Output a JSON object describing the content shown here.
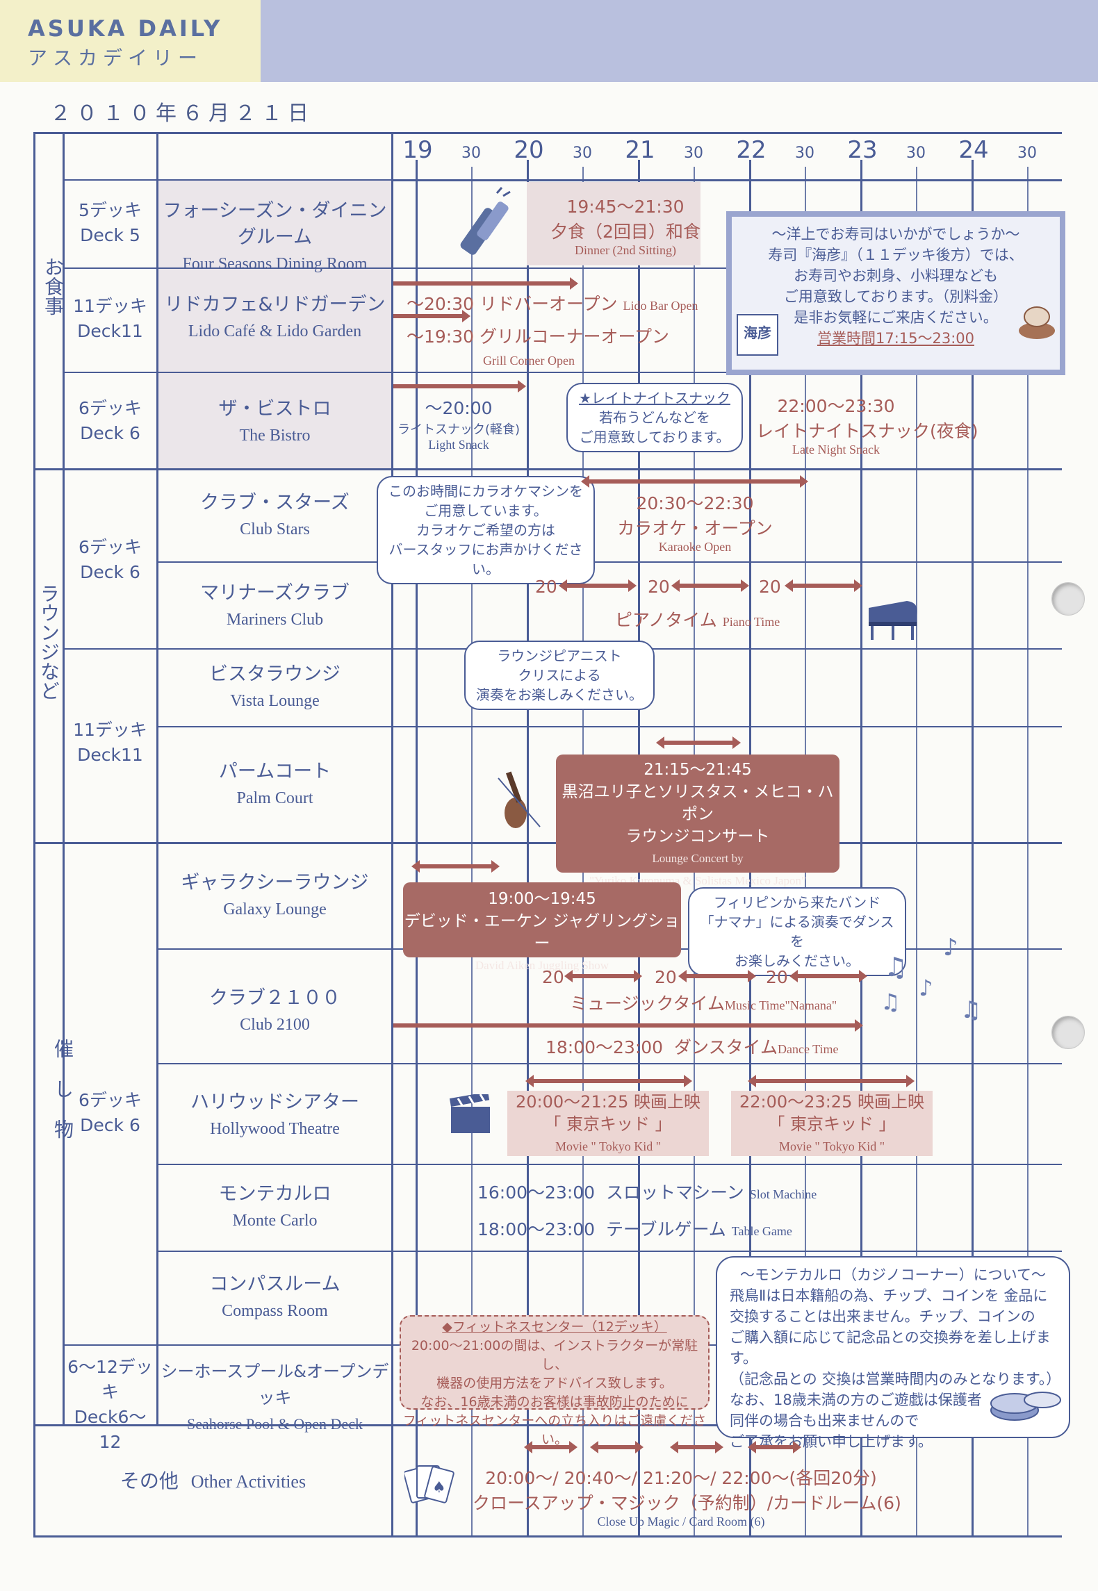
{
  "header": {
    "brand": "ASUKA DAILY",
    "brand_kana": "アスカデイリー",
    "date": "２０１０年６月２１日"
  },
  "timeline": {
    "hours": [
      "19",
      "20",
      "21",
      "22",
      "23",
      "24"
    ],
    "half_label": "30"
  },
  "categories": {
    "dining": "お食事",
    "lounge": "ラウンジなど",
    "events": "催し物"
  },
  "decks": {
    "d5": {
      "ja": "5デッキ",
      "en": "Deck 5"
    },
    "d11a": {
      "ja": "11デッキ",
      "en": "Deck11"
    },
    "d6a": {
      "ja": "6デッキ",
      "en": "Deck 6"
    },
    "d6b": {
      "ja": "6デッキ",
      "en": "Deck 6"
    },
    "d11b": {
      "ja": "11デッキ",
      "en": "Deck11"
    },
    "d6c": {
      "ja": "6デッキ",
      "en": "Deck 6"
    },
    "d612": {
      "ja": "6〜12デッキ",
      "en": "Deck6〜12"
    }
  },
  "venues": {
    "four_seasons": {
      "ja": "フォーシーズン・ダイニングルーム",
      "en": "Four Seasons Dining Room"
    },
    "lido": {
      "ja": "リドカフェ&リドガーデン",
      "en": "Lido Café & Lido Garden"
    },
    "bistro": {
      "ja": "ザ・ビストロ",
      "en": "The Bistro"
    },
    "club_stars": {
      "ja": "クラブ・スターズ",
      "en": "Club Stars"
    },
    "mariners": {
      "ja": "マリナーズクラブ",
      "en": "Mariners Club"
    },
    "vista": {
      "ja": "ビスタラウンジ",
      "en": "Vista Lounge"
    },
    "palm": {
      "ja": "パームコート",
      "en": "Palm Court"
    },
    "galaxy": {
      "ja": "ギャラクシーラウンジ",
      "en": "Galaxy Lounge"
    },
    "club2100": {
      "ja": "クラブ２１００",
      "en": "Club 2100"
    },
    "hollywood": {
      "ja": "ハリウッドシアター",
      "en": "Hollywood Theatre"
    },
    "monte": {
      "ja": "モンテカルロ",
      "en": "Monte Carlo"
    },
    "compass": {
      "ja": "コンパスルーム",
      "en": "Compass Room"
    },
    "seahorse": {
      "ja": "シーホースプール&オープンデッキ",
      "en": "Seahorse Pool & Open Deck"
    },
    "other": {
      "ja": "その他",
      "en": "Other Activities"
    }
  },
  "events": {
    "dinner": {
      "time": "19:45〜21:30",
      "ja": "夕食（2回目）和食",
      "en": "Dinner (2nd Sitting)"
    },
    "lido_bar": {
      "ja": "〜20:30 リドバーオープン",
      "en": "Lido Bar Open"
    },
    "grill": {
      "ja": "〜19:30 グリルコーナーオープン",
      "en": "Grill Corner Open"
    },
    "light_snack": {
      "time": "〜20:00",
      "ja": "ライトスナック(軽食)",
      "en": "Light Snack"
    },
    "late_note": {
      "l1": "★レイトナイトスナック",
      "l2": "若布うどんなどを",
      "l3": "ご用意致しております。"
    },
    "late_snack": {
      "time": "22:00〜23:30",
      "ja": "レイトナイトスナック(夜食)",
      "en": "Late Night Snack"
    },
    "karaoke_note": {
      "l1": "このお時間にカラオケマシンを",
      "l2": "ご用意しています。",
      "l3": "カラオケご希望の方は",
      "l4": "バースタッフにお声かけください。"
    },
    "karaoke": {
      "time": "20:30〜22:30",
      "ja": "カラオケ・オープン",
      "en": "Karaoke Open"
    },
    "piano": {
      "interval": "20",
      "ja": "ピアノタイム",
      "en": "Piano Time"
    },
    "pianist_note": {
      "l1": "ラウンジピアニスト",
      "l2": "クリスによる",
      "l3": "演奏をお楽しみください。"
    },
    "concert": {
      "time": "21:15〜21:45",
      "l1": "黒沼ユリ子とソリスタス・メヒコ・ハポン",
      "l2": "ラウンジコンサート",
      "en1": "Lounge Concert by",
      "en2": "\"Yuriko Kuronuma & Solistas Mexico Japon\""
    },
    "juggling": {
      "time": "19:00〜19:45",
      "ja": "デビッド・エーケン ジャグリングショー",
      "en": "David Aiken Juggling Show"
    },
    "band_note": {
      "l1": "フィリピンから来たバンド",
      "l2": "「ナマナ」による演奏でダンスを",
      "l3": "お楽しみください。"
    },
    "music": {
      "interval": "20",
      "ja": "ミュージックタイム",
      "en": "Music Time\"Namana\""
    },
    "dance": {
      "time": "18:00〜23:00",
      "ja": "ダンスタイム",
      "en": "Dance Time"
    },
    "movie1": {
      "time": "20:00〜21:25 映画上映",
      "ja": "「 東京キッド 」",
      "en": "Movie \" Tokyo Kid \""
    },
    "movie2": {
      "time": "22:00〜23:25 映画上映",
      "ja": "「 東京キッド 」",
      "en": "Movie \" Tokyo Kid \""
    },
    "slot": {
      "time": "16:00〜23:00",
      "ja": "スロットマシーン",
      "en": "Slot Machine"
    },
    "table": {
      "time": "18:00〜23:00",
      "ja": "テーブルゲーム",
      "en": "Table Game"
    },
    "magic": {
      "time": "20:00〜/ 20:40〜/ 21:20〜/ 22:00〜(各回20分)",
      "ja": "クロースアップ・マジック（予約制）/カードルーム(6)",
      "en": "Close Up Magic / Card Room (6)"
    }
  },
  "sushi": {
    "l1": "〜洋上でお寿司はいかがでしょうか〜",
    "l2": "寿司『海彦』（１１デッキ後方）では、",
    "l3": "お寿司やお刺身、小料理なども",
    "l4": "ご用意致しております。（別料金）",
    "l5": "是非お気軽にご来店ください。",
    "hours": "営業時間17:15〜23:00",
    "logo": "海彦"
  },
  "fitness": {
    "title": "◆フィットネスセンター（12デッキ）",
    "l1": "20:00〜21:00の間は、インストラクターが常駐し、",
    "l2": "機器の使用方法をアドバイス致します。",
    "l3": "なお、16歳未満のお客様は事故防止のために",
    "l4": "フィットネスセンターへの立ち入りはご遠慮ください。"
  },
  "casino": {
    "title": "〜モンテカルロ（カジノコーナー）について〜",
    "l1": "飛鳥Ⅱは日本籍船の為、チップ、コインを 金品に",
    "l2": "交換することは出来ません。チップ、コインの",
    "l3": "ご購入額に応じて記念品との交換券を差し上げます。",
    "l4": "（記念品との 交換は営業時間内のみとなります。）",
    "l5": "なお、18歳未満の方のご遊戯は保護者",
    "l6": "同伴の場合も出来ませんので",
    "l7": "ご了承をお願い申し上げます。"
  }
}
